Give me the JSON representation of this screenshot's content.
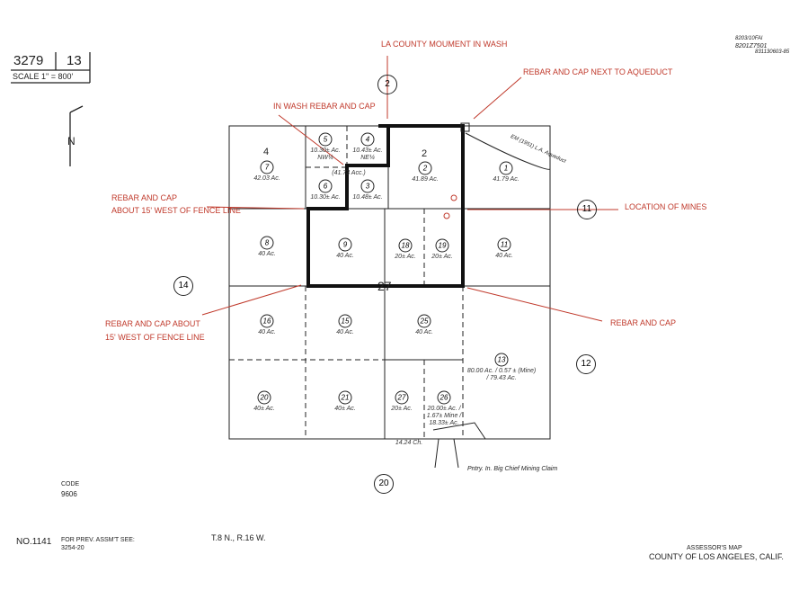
{
  "header": {
    "map_book": "3279",
    "page": "13",
    "scale": "SCALE 1\" = 800'"
  },
  "stamps": [
    "8203/10FAl",
    "8201Z7501",
    "831130603-85"
  ],
  "section_labels": {
    "s4": "4",
    "s2": "2",
    "s27": "27"
  },
  "adjacent_sections": [
    "2",
    "11",
    "14",
    "12",
    "20"
  ],
  "parcels": [
    {
      "num": "7",
      "area": "42.03 Ac."
    },
    {
      "num": "5",
      "area": "10.30± Ac. NW¼"
    },
    {
      "num": "4",
      "area": "10.43± Ac. NE¼"
    },
    {
      "num": "6",
      "area": "10.30± Ac."
    },
    {
      "num": "3",
      "area": "10.48± Ac."
    },
    {
      "num": "2",
      "area": "41.89 Ac."
    },
    {
      "num": "1",
      "area": "41.79 Ac."
    },
    {
      "num": "8",
      "area": "40 Ac."
    },
    {
      "num": "9",
      "area": "40 Ac."
    },
    {
      "num": "18",
      "area": "20± Ac."
    },
    {
      "num": "19",
      "area": "20± Ac."
    },
    {
      "num": "11",
      "area": "40 Ac."
    },
    {
      "num": "16",
      "area": "40 Ac."
    },
    {
      "num": "15",
      "area": "40 Ac."
    },
    {
      "num": "25",
      "area": "40 Ac."
    },
    {
      "num": "13",
      "area": "80.00 Ac. / 0.57 ± (Mine) / 79.43 Ac."
    },
    {
      "num": "20",
      "area": "40± Ac."
    },
    {
      "num": "21",
      "area": "40± Ac."
    },
    {
      "num": "27",
      "area": "20± Ac."
    },
    {
      "num": "26",
      "area": "20.00± Ac. / 1.67± Mine / 18.33± Ac."
    }
  ],
  "map_notes": {
    "combined": "(41.73 Acc.)",
    "chain": "14.24 Ch.",
    "claim": "Pntry. In. Big Chief Mining Claim",
    "aqueduct": "EM (1951) L.A. Aqueduct"
  },
  "annotations": {
    "monument": "LA COUNTY MOUMENT IN WASH",
    "aqueduct": "REBAR AND CAP NEXT TO AQUEDUCT",
    "wash": "IN WASH REBAR AND CAP",
    "fence1_line1": "REBAR AND CAP",
    "fence1_line2": "ABOUT 15' WEST OF FENCE LINE",
    "mines": "LOCATION OF MINES",
    "fence2_line1": "REBAR AND CAP ABOUT",
    "fence2_line2": "15' WEST OF FENCE LINE",
    "rebar": "REBAR AND CAP"
  },
  "footer": {
    "code_label": "CODE",
    "code": "9606",
    "number": "NO.1141",
    "prev_label": "FOR PREV. ASSM'T SEE:",
    "prev": "3254-20",
    "township": "T.8 N., R.16 W.",
    "title1": "ASSESSOR'S MAP",
    "title2": "COUNTY OF LOS ANGELES, CALIF."
  },
  "colors": {
    "annotation": "#c0392b",
    "ink": "#222222"
  }
}
